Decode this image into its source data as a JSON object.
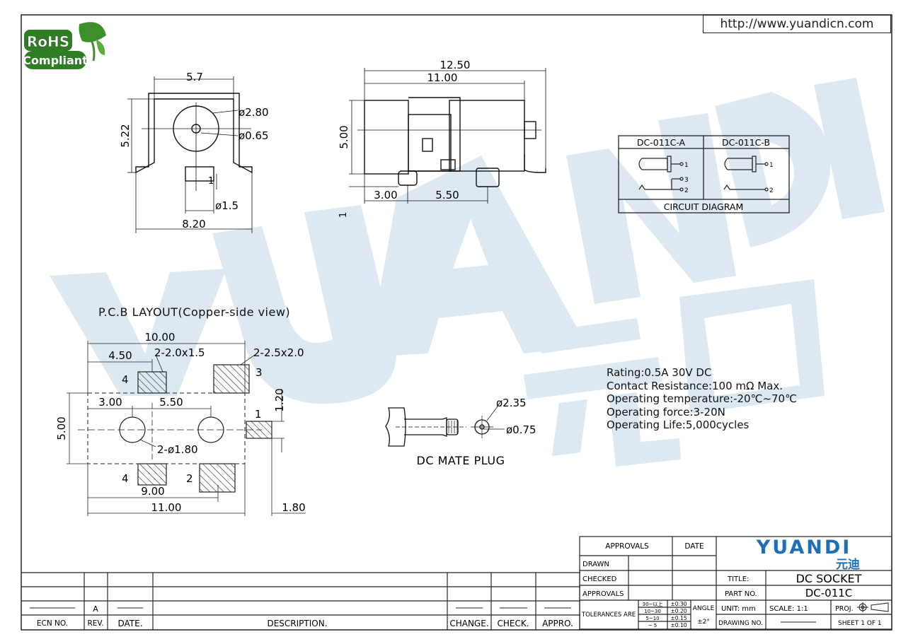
{
  "url": "http://www.yuandicn.com",
  "rohs": {
    "line1": "RoHS",
    "line2": "Compliant"
  },
  "watermark": {
    "latin": "YUANDI",
    "cn": "元迪"
  },
  "front_view": {
    "width_top": "5.7",
    "height": "5.22",
    "dia_outer": "ø2.80",
    "dia_pin": "ø0.65",
    "pin_dia": "ø1.5",
    "pin_len": "1",
    "width_bottom": "8.20"
  },
  "side_view": {
    "overall": "12.50",
    "body": "11.00",
    "height": "5.00",
    "pin_a": "3.00",
    "pin_b": "5.50",
    "pin_len": "1"
  },
  "circuit": {
    "col_a": "DC-011C-A",
    "col_b": "DC-011C-B",
    "footer": "CIRCUIT DIAGRAM",
    "a_pins": [
      "1",
      "3",
      "2"
    ],
    "b_pins": [
      "1",
      "2"
    ]
  },
  "pcb": {
    "title": "P.C.B LAYOUT(Copper-side view)",
    "dims": {
      "total_w": "10.00",
      "pad_off": "4.50",
      "pad_small": "2-2.0x1.5",
      "pad_large": "2-2.5x2.0",
      "hole_a": "3.00",
      "hole_b": "5.50",
      "height": "5.00",
      "right_h": "1.20",
      "holes": "2-ø1.80",
      "w9": "9.00",
      "w11": "11.00",
      "tail": "1.80"
    },
    "pad_labels": [
      "4",
      "3",
      "1",
      "4",
      "2"
    ]
  },
  "plug": {
    "label": "DC MATE PLUG",
    "dia_outer": "ø2.35",
    "dia_inner": "ø0.75"
  },
  "specs": [
    "Rating:0.5A  30V  DC",
    "Contact  Resistance:100  mΩ  Max.",
    "Operating  temperature:-20℃~70℃",
    "Operating  force:3-20N",
    "Operating  Life:5,000cycles"
  ],
  "title_block": {
    "approvals": "APPROVALS",
    "date": "DATE",
    "drawn": "DRAWN",
    "checked": "CHECKED",
    "approvals2": "APPROVALS",
    "tolerances": "TOLERANCES  ARE",
    "tol_ranges": [
      "30~以上",
      "10~30",
      "5~10",
      "~ 5"
    ],
    "tol_values": [
      "±0.30",
      "±0.20",
      "±0.15",
      "±0.10"
    ],
    "angle": "ANGLE",
    "angle_value": "±2°",
    "brand": "YUANDI",
    "brand_cn": "元迪",
    "title_label": "TITLE:",
    "title_value": "DC SOCKET",
    "part_label": "PART  NO.",
    "part_value": "DC-011C",
    "unit": "UNIT:  mm",
    "scale": "SCALE:    1:1",
    "proj": "PROJ.",
    "drawing_no": "DRAWING NO.",
    "sheet": "SHEET    1  OF  1"
  },
  "revision_block": {
    "ecn_no": "ECN  NO.",
    "rev": "REV.",
    "date": "DATE.",
    "description": "DESCRIPTION.",
    "change": "CHANGE.",
    "check": "CHECK.",
    "appro": "APPRO.",
    "rev_value": "A"
  }
}
